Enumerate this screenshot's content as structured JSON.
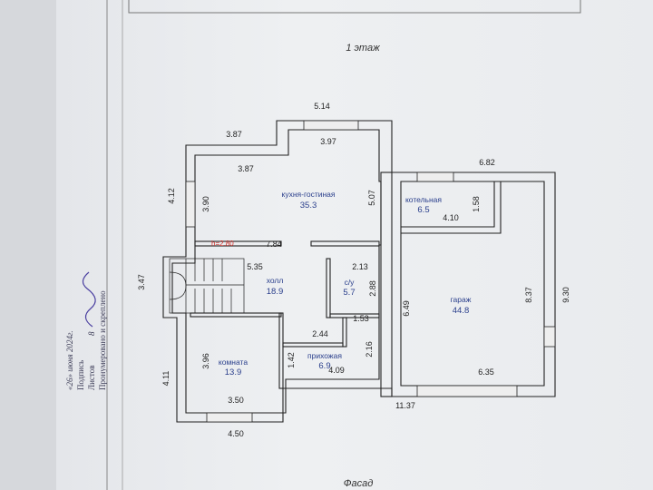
{
  "plan": {
    "title": "1 этаж",
    "facade_label": "Фасад",
    "height_note": "h=2.80",
    "rooms": [
      {
        "name": "кухня-гостиная",
        "area": "35.3"
      },
      {
        "name": "холл",
        "area": "18.9"
      },
      {
        "name": "с/у",
        "area": "5.7"
      },
      {
        "name": "комната",
        "area": "13.9"
      },
      {
        "name": "прихожая",
        "area": "6.9"
      },
      {
        "name": "котельная",
        "area": "6.5"
      },
      {
        "name": "гараж",
        "area": "44.8"
      }
    ],
    "dimensions": [
      "5.14",
      "3.87",
      "3.97",
      "3.87",
      "6.82",
      "4.12",
      "3.90",
      "5.07",
      "1.58",
      "4.10",
      "7.84",
      "5.35",
      "2.13",
      "3.47",
      "2.88",
      "6.49",
      "8.37",
      "9.30",
      "1.53",
      "2.44",
      "2.16",
      "3.96",
      "1.42",
      "4.09",
      "6.35",
      "4.11",
      "3.50",
      "11.37",
      "4.50"
    ]
  },
  "stamp": {
    "line1": "Пронумеровано и скреплено",
    "line2": "Листов",
    "line3": "Подпись",
    "line4": "«26» июня 2024г.",
    "sheets_handwritten": "8"
  },
  "colors": {
    "room_label": "#2a3f8c",
    "height_note": "#d0302a",
    "wall": "#222222"
  }
}
